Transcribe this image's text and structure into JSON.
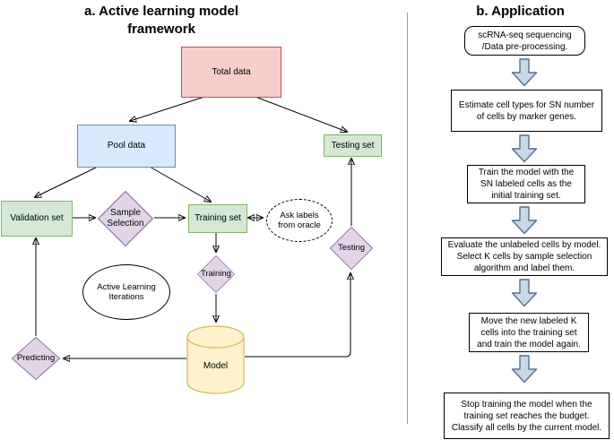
{
  "palette": {
    "red_fill": "#f8cecc",
    "red_stroke": "#b85450",
    "blue_fill": "#dae8fc",
    "blue_stroke": "#6c8ebf",
    "green_fill": "#d5e8d4",
    "green_stroke": "#82b366",
    "purple_fill": "#e1d5e7",
    "purple_stroke": "#9673a6",
    "yellow_fill": "#fff2cc",
    "yellow_stroke": "#d6b656",
    "block_arrow_fill": "#c9d8e8",
    "block_arrow_stroke": "#54718f"
  },
  "panel_a": {
    "title": "a. Active learning model\nframework",
    "nodes": {
      "total_data": "Total data",
      "pool_data": "Pool data",
      "testing_set": "Testing set",
      "validation_set": "Validation set",
      "sample_selection": "Sample\nSelection",
      "training_set": "Training set",
      "ask_oracle": "Ask labels\nfrom oracle",
      "training": "Training",
      "testing": "Testing",
      "active_learning_iterations": "Active Learning\nIterations",
      "model": "Model",
      "predicting": "Predicting"
    }
  },
  "panel_b": {
    "title": "b. Application",
    "steps": [
      {
        "text": "scRNA-seq sequencing\n/Data pre-processing."
      },
      {
        "text": "Estimate cell types for SN number\nof cells by marker genes."
      },
      {
        "text": "Train the model with the\nSN labeled cells as the\ninitial training set."
      },
      {
        "text": "Evaluate the unlabeled cells by model.\nSelect K cells by sample selection\nalgorithm and label them."
      },
      {
        "text": "Move the new labeled K\ncells into the training set\nand train the model again."
      },
      {
        "text": "Stop training the model when the\ntraining set reaches the budget.\nClassify all cells by the current model."
      }
    ]
  }
}
